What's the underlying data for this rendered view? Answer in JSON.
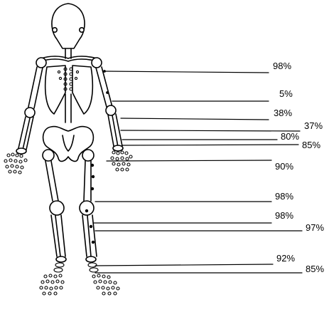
{
  "figure": {
    "ink_color": "#000000",
    "background_color": "#ffffff"
  },
  "labels": [
    {
      "id": "label-98-upper-arm",
      "text": "98%"
    },
    {
      "id": "label-5-elbow",
      "text": "5%"
    },
    {
      "id": "label-38-forearm",
      "text": "38%"
    },
    {
      "id": "label-37-wrist",
      "text": "37%"
    },
    {
      "id": "label-80-hand",
      "text": "80%"
    },
    {
      "id": "label-85-hand",
      "text": "85%"
    },
    {
      "id": "label-90-hip",
      "text": "90%"
    },
    {
      "id": "label-98-knee",
      "text": "98%"
    },
    {
      "id": "label-98-tibia",
      "text": "98%"
    },
    {
      "id": "label-97-fibula",
      "text": "97%"
    },
    {
      "id": "label-92-ankle",
      "text": "92%"
    },
    {
      "id": "label-85-foot",
      "text": "85%"
    }
  ]
}
